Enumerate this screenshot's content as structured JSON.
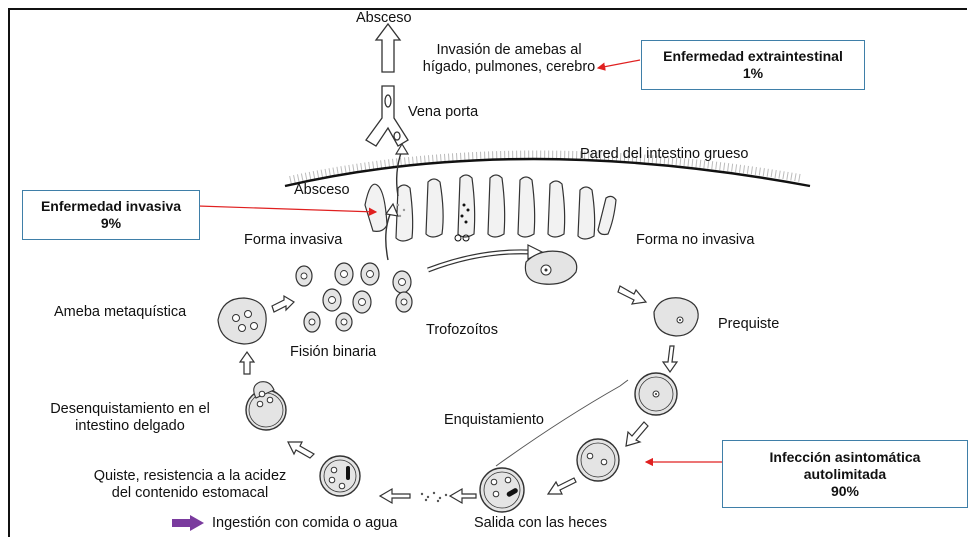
{
  "colors": {
    "box_border": "#3f7fa8",
    "pointer": "#e02020",
    "legend_arrow": "#7a3b9e",
    "ink": "#111111",
    "cell_fill": "#e4e4e4"
  },
  "labels": {
    "absceso_top": "Absceso",
    "invasion_line1": "Invasión de amebas al",
    "invasion_line2": "hígado, pulmones, cerebro",
    "vena_porta": "Vena porta",
    "pared": "Pared del intestino grueso",
    "absceso_mid": "Absceso",
    "forma_invasiva": "Forma invasiva",
    "forma_no_invasiva": "Forma no invasiva",
    "ameba_metaquistica": "Ameba metaquística",
    "trofozoitos": "Trofozoítos",
    "fision_binaria": "Fisión binaria",
    "prequiste": "Prequiste",
    "desenquistamiento_line1": "Desenquistamiento en el",
    "desenquistamiento_line2": "intestino delgado",
    "enquistamiento": "Enquistamiento",
    "quiste_line1": "Quiste, resistencia a la acidez",
    "quiste_line2": "del contenido estomacal",
    "ingestion": "Ingestión con comida o agua",
    "salida": "Salida con las heces"
  },
  "boxes": {
    "extraintestinal": {
      "line1": "Enfermedad extraintestinal",
      "line2": "1%"
    },
    "invasiva": {
      "line1": "Enfermedad invasiva",
      "line2": "9%"
    },
    "asintomatica": {
      "line1": "Infección asintomática",
      "line2": "autolimitada",
      "line3": "90%"
    }
  },
  "icons": {
    "legend": "purple-right-arrow-icon"
  }
}
